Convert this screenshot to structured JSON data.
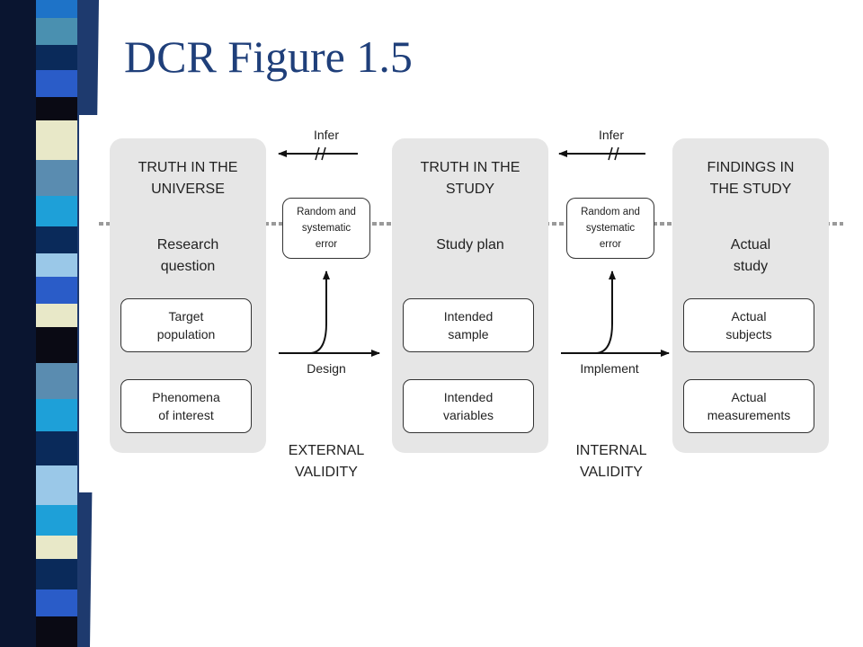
{
  "slide": {
    "title": "DCR Figure 1.5"
  },
  "colors": {
    "title": "#1f3f7a",
    "panel": "#e6e6e6",
    "divider": "#9a9a9a"
  },
  "diagram": {
    "panels": [
      {
        "heading": "TRUTH IN THE\nUNIVERSE",
        "subheading": "Research\nquestion",
        "boxes": [
          "Target\npopulation",
          "Phenomena\nof interest"
        ]
      },
      {
        "heading": "TRUTH IN THE\nSTUDY",
        "subheading": "Study plan",
        "boxes": [
          "Intended\nsample",
          "Intended\nvariables"
        ]
      },
      {
        "heading": "FINDINGS IN\nTHE STUDY",
        "subheading": "Actual\nstudy",
        "boxes": [
          "Actual\nsubjects",
          "Actual\nmeasurements"
        ]
      }
    ],
    "connectors": [
      {
        "infer": "Infer",
        "error_box": "Random and\nsystematic\nerror",
        "action": "Design",
        "validity": "EXTERNAL\nVALIDITY"
      },
      {
        "infer": "Infer",
        "error_box": "Random and\nsystematic\nerror",
        "action": "Implement",
        "validity": "INTERNAL\nVALIDITY"
      }
    ]
  }
}
